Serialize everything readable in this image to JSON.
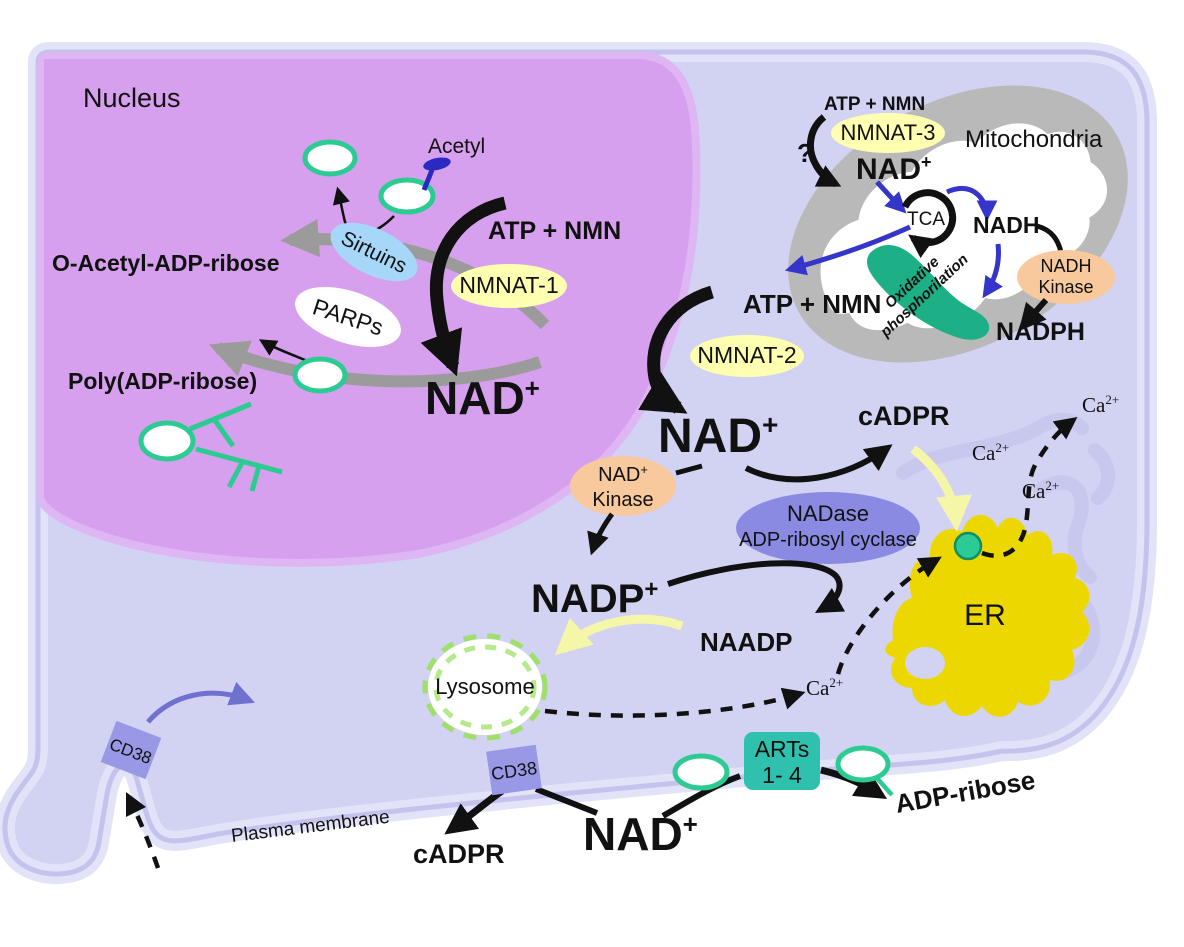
{
  "colors": {
    "background": "#ffffff",
    "cytoplasm": "#d2d2f3",
    "cell_membrane_line": "#c3c3ee",
    "cell_membrane_halo": "#e2e2f8",
    "nucleus_fill": "#d6a0ee",
    "nucleus_rim": "#ddb6f3",
    "mitochondria_gray": "#b9b9b9",
    "enzyme_yellow": "#ffffb2",
    "enzyme_orange": "#f8c99c",
    "nadase_purple": "#8a8ae2",
    "arts_teal": "#2fc0ae",
    "oxphos_green": "#1db086",
    "er_yellow": "#ecd800",
    "histone_green": "#2bcb92",
    "sirtuins_blue": "#a7d7f8",
    "acetyl_blue": "#2a2ac0",
    "arrow_blue": "#3535cb",
    "arrow_blue_light": "#7070cf",
    "arrow_gray": "#9b9b9b",
    "arrow_yellow": "#f6f6a8",
    "lysosome_green": "#9fe069",
    "cd38_purple": "#9898e6"
  },
  "nucleus": {
    "label": "Nucleus",
    "acetyl": "Acetyl",
    "sirtuins": "Sirtuins",
    "oaadpr": "O-Acetyl-ADP-ribose",
    "parps": "PARPs",
    "par": "Poly(ADP-ribose)",
    "atp_nmn": "ATP + NMN",
    "nmnat1": "NMNAT-1",
    "nad": "NAD",
    "plus": "+"
  },
  "cytosol": {
    "atp_nmn": "ATP + NMN",
    "nmnat2": "NMNAT-2",
    "nad": "NAD",
    "plus": "+",
    "nad_kinase_line1": "NAD",
    "nad_kinase_sup": "+",
    "nad_kinase_line2": "Kinase",
    "cadpr": "cADPR",
    "nadase_line1": "NADase",
    "nadase_line2": "ADP-ribosyl cyclase",
    "nadp": "NADP",
    "nadp_sup": "+",
    "naadp": "NAADP",
    "ca": "Ca",
    "ca_sup": "2+"
  },
  "mitochondria": {
    "label": "Mitochondria",
    "atp_nmn": "ATP + NMN",
    "nmnat3": "NMNAT-3",
    "question_mark": "?",
    "nad": "NAD",
    "plus": "+",
    "tca": "TCA",
    "nadh": "NADH",
    "nadh_kinase_line1": "NADH",
    "nadh_kinase_line2": "Kinase",
    "nadph": "NADPH",
    "oxphos_line1": "Oxidative",
    "oxphos_line2": "phosphorilation"
  },
  "er": {
    "label": "ER",
    "ca": "Ca",
    "ca_sup": "2+"
  },
  "lysosome": {
    "label": "Lysosome"
  },
  "plasma_membrane": {
    "label": "Plasma membrane",
    "cd38_left": "CD38",
    "cd38_mid": "CD38",
    "nad": "NAD",
    "plus": "+",
    "cadpr": "cADPR",
    "arts_line1": "ARTs",
    "arts_line2": "1- 4",
    "adp_ribose": "ADP-ribose"
  }
}
